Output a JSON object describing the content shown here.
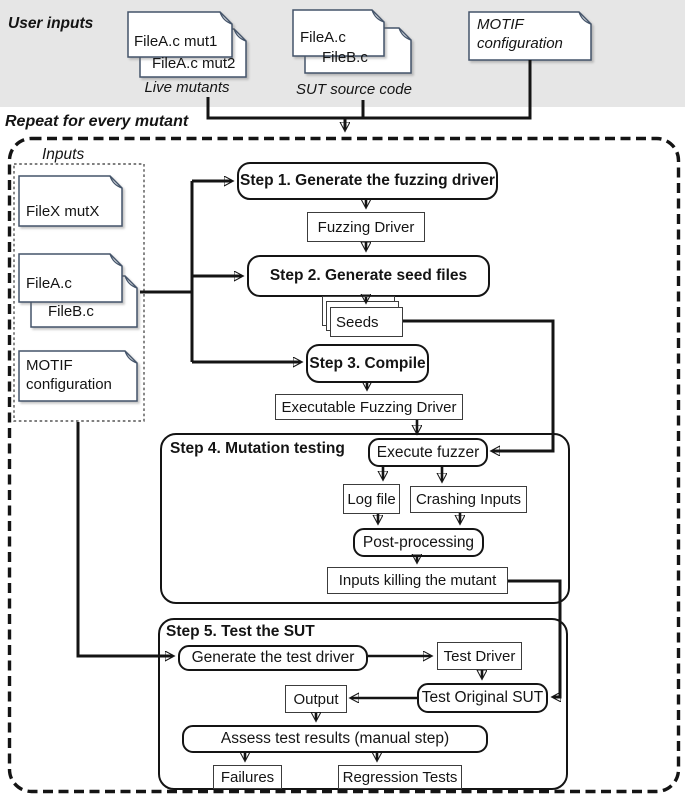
{
  "header": {
    "section_label": "User inputs",
    "live_mutants": {
      "file1": "FileA.c mut1",
      "file2": "FileA.c mut2",
      "caption": "Live mutants"
    },
    "sut_source": {
      "file1": "FileA.c",
      "file2": "FileB.c",
      "caption": "SUT source code"
    },
    "motif": {
      "label": "MOTIF configuration"
    }
  },
  "loop_label": "Repeat for every mutant",
  "inputs_panel": {
    "label": "Inputs",
    "mutant_file": "FileX mutX",
    "source_file1": "FileA.c",
    "source_file2": "FileB.c",
    "config_file": "MOTIF configuration"
  },
  "nodes": {
    "step1": "Step 1. Generate the fuzzing driver",
    "fuzzing_driver": "Fuzzing Driver",
    "step2": "Step 2. Generate seed files",
    "seeds": "Seeds",
    "step3": "Step 3. Compile",
    "executable_fuzzing_driver": "Executable Fuzzing Driver",
    "step4_label": "Step 4. Mutation testing",
    "execute_fuzzer": "Execute fuzzer",
    "log_file": "Log file",
    "crashing_inputs": "Crashing Inputs",
    "post_processing": "Post-processing",
    "inputs_killing_mutant": "Inputs killing the mutant",
    "step5_label": "Step 5. Test the SUT",
    "generate_test_driver": "Generate the test driver",
    "test_driver": "Test Driver",
    "test_original_sut": "Test Original SUT",
    "output": "Output",
    "assess": "Assess test results (manual step)",
    "failures": "Failures",
    "regression_tests": "Regression Tests"
  },
  "colors": {
    "file_border": "#44546A",
    "band_bg": "#e6e6e6",
    "line": "#141414"
  }
}
